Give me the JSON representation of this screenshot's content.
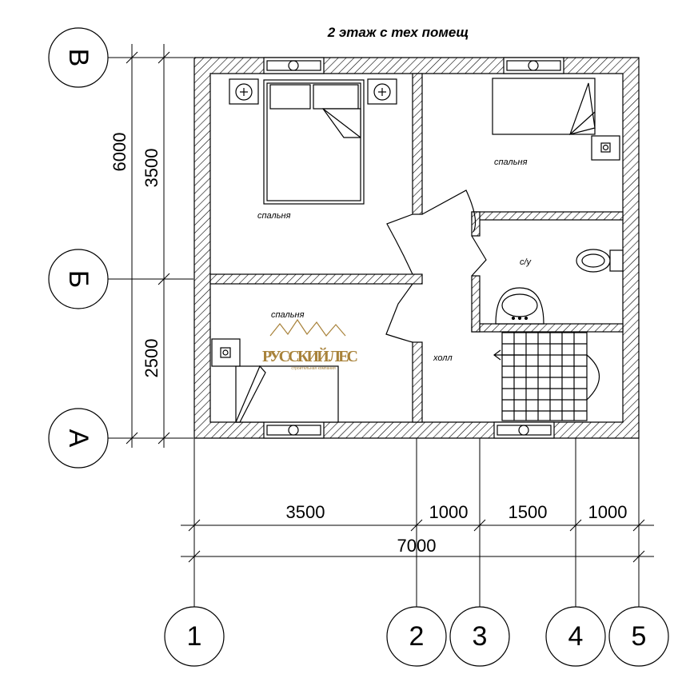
{
  "title": "2 этаж с тех помещ",
  "rooms": {
    "bedroom_top_left": "спальня",
    "bedroom_top_right": "спальня",
    "bedroom_bottom_left": "спальня",
    "bathroom": "с/у",
    "hall": "холл"
  },
  "axes_vertical": [
    "В",
    "Б",
    "А"
  ],
  "axes_horizontal": [
    "1",
    "2",
    "3",
    "4",
    "5"
  ],
  "dims_left": {
    "total": "6000",
    "upper": "3500",
    "lower": "2500"
  },
  "dims_bottom": {
    "d1": "3500",
    "d2": "1000",
    "d3": "1500",
    "d4": "1000",
    "total": "7000"
  },
  "logo": {
    "text": "РУССКИЙ ЛЕС",
    "subtitle": "строительная компания"
  }
}
